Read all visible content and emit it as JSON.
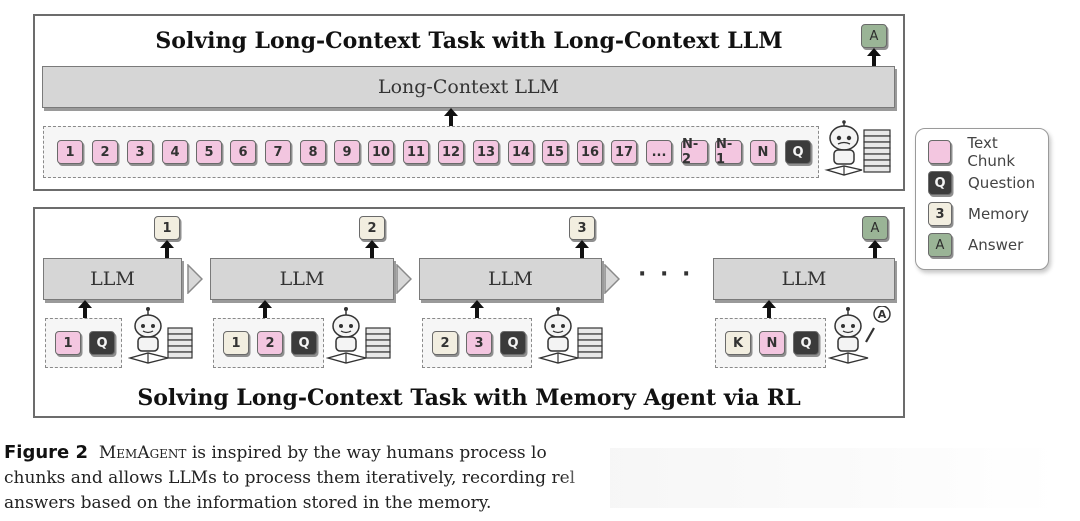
{
  "top_panel": {
    "title": "Solving Long-Context Task with Long-Context LLM",
    "model_label": "Long-Context LLM",
    "answer_token": "A",
    "tokens": [
      "1",
      "2",
      "3",
      "4",
      "5",
      "6",
      "7",
      "8",
      "9",
      "10",
      "11",
      "12",
      "13",
      "14",
      "15",
      "16",
      "17",
      "...",
      "N-2",
      "N-1",
      "N",
      "Q"
    ]
  },
  "bottom_panel": {
    "title": "Solving Long-Context Task with Memory Agent via RL",
    "ellipsis": "· · ·",
    "steps": [
      {
        "llm_label": "LLM",
        "output": "1",
        "inputs": [
          "1",
          "Q"
        ]
      },
      {
        "llm_label": "LLM",
        "output": "2",
        "inputs": [
          "1",
          "2",
          "Q"
        ]
      },
      {
        "llm_label": "LLM",
        "output": "3",
        "inputs": [
          "2",
          "3",
          "Q"
        ]
      },
      {
        "llm_label": "LLM",
        "output": "A",
        "inputs": [
          "K",
          "N",
          "Q"
        ]
      }
    ]
  },
  "legend": {
    "items": [
      {
        "token": "",
        "label": "Text Chunk",
        "kind": "chunk"
      },
      {
        "token": "Q",
        "label": "Question",
        "kind": "q"
      },
      {
        "token": "3",
        "label": "Memory",
        "kind": "mem"
      },
      {
        "token": "A",
        "label": "Answer",
        "kind": "ans"
      }
    ]
  },
  "caption": {
    "figure_label": "Figure 2",
    "name": "MemAgent",
    "line1_rest": " is inspired by the way humans process lo",
    "line2": "chunks and allows LLMs to process them iteratively, recording rel",
    "line3": "answers based on the information stored in the memory."
  },
  "colors": {
    "chunk": "#f3c6e0",
    "question": "#3b3b3b",
    "memory": "#f2eee0",
    "answer": "#9ab496",
    "llm_bar": "#d6d6d6"
  }
}
